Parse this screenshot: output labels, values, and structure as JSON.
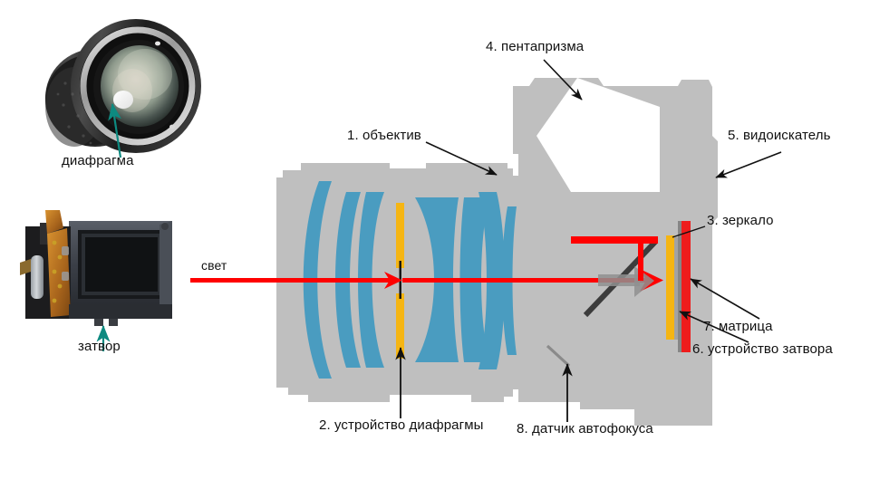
{
  "diagram": {
    "title_text": "",
    "light_ray_label": "свет",
    "colors": {
      "body_gray": "#bfbfbf",
      "lens_blue": "#4a9cc0",
      "aperture_yellow": "#f5b513",
      "sensor_red": "#ee1c1c",
      "shutter_yellow": "#f5b513",
      "mirror_dark": "#3c3c3c",
      "ray_red": "#ff0000",
      "teal_arrow": "#0d8a80",
      "label_black": "#111111",
      "prism_white": "#ffffff"
    }
  },
  "photos": {
    "lens": {
      "caption": "диафрагма",
      "alt_name": "camera-lens-front-photo"
    },
    "shutter": {
      "caption": "затвор",
      "alt_name": "camera-shutter-unit-photo"
    }
  },
  "callouts": [
    {
      "id": "objective",
      "text": "1. объектив"
    },
    {
      "id": "aperture-unit",
      "text": "2. устройство диафрагмы"
    },
    {
      "id": "mirror",
      "text": "3. зеркало"
    },
    {
      "id": "pentaprism",
      "text": "4. пентапризма"
    },
    {
      "id": "viewfinder",
      "text": "5. видоискатель"
    },
    {
      "id": "shutter-unit",
      "text": "6. устройство затвора"
    },
    {
      "id": "sensor",
      "text": "7. матрица"
    },
    {
      "id": "af-sensor",
      "text": "8. датчик автофокуса"
    }
  ]
}
